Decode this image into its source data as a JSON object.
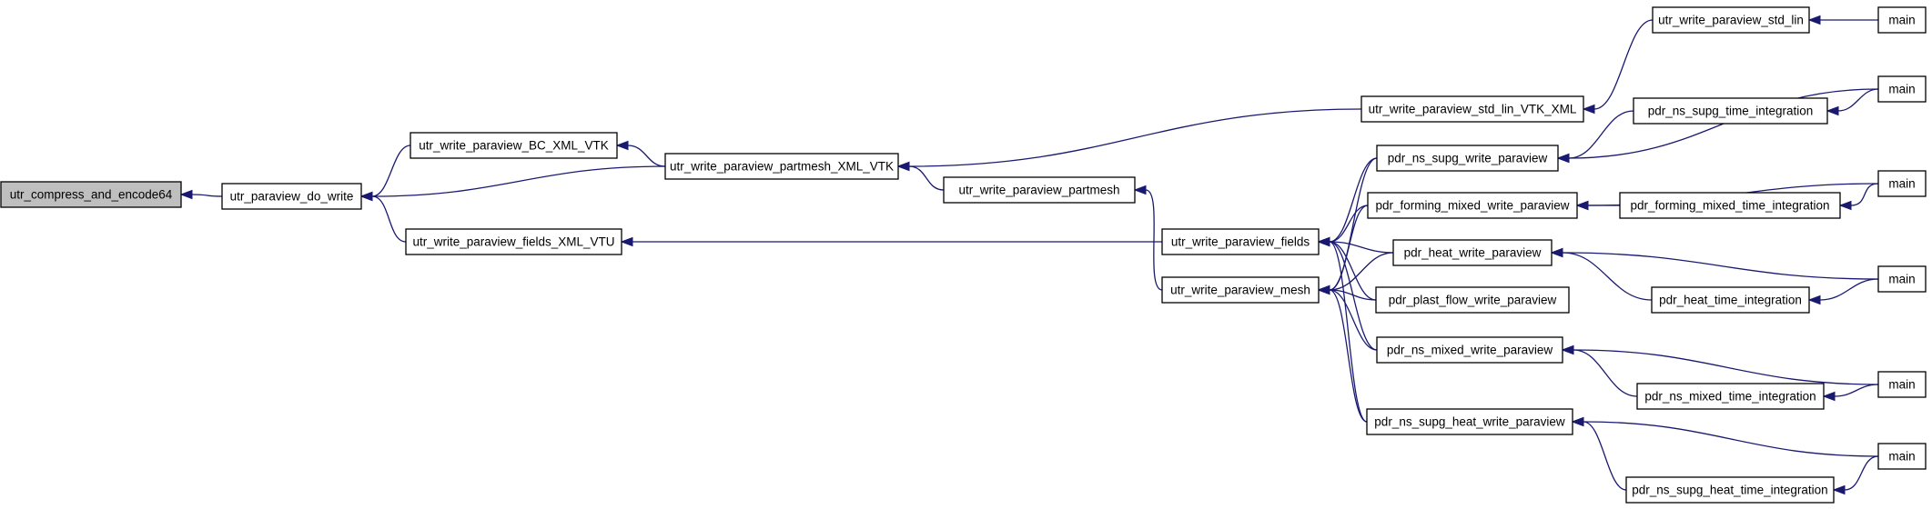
{
  "graph": {
    "edge_color": "#191970",
    "root_fill": "#bfbfbf",
    "node_fill": "#ffffff",
    "nodes": [
      {
        "id": "n0",
        "label": "utr_compress_and_encode64",
        "root": true
      },
      {
        "id": "n1",
        "label": "utr_paraview_do_write"
      },
      {
        "id": "n2",
        "label": "utr_write_paraview_BC_XML_VTK"
      },
      {
        "id": "n3",
        "label": "utr_write_paraview_fields_XML_VTU"
      },
      {
        "id": "n4",
        "label": "utr_write_paraview_partmesh_XML_VTK"
      },
      {
        "id": "n5",
        "label": "utr_write_paraview_partmesh"
      },
      {
        "id": "n6",
        "label": "utr_write_paraview_fields"
      },
      {
        "id": "n7",
        "label": "utr_write_paraview_mesh"
      },
      {
        "id": "n8",
        "label": "utr_write_paraview_std_lin_VTK_XML"
      },
      {
        "id": "n9",
        "label": "utr_write_paraview_std_lin"
      },
      {
        "id": "n10",
        "label": "main"
      },
      {
        "id": "n11",
        "label": "pdr_ns_supg_write_paraview"
      },
      {
        "id": "n12",
        "label": "pdr_ns_supg_time_integration"
      },
      {
        "id": "n13",
        "label": "main"
      },
      {
        "id": "n14",
        "label": "pdr_forming_mixed_write_paraview"
      },
      {
        "id": "n15",
        "label": "pdr_forming_mixed_time_integration"
      },
      {
        "id": "n16",
        "label": "main"
      },
      {
        "id": "n17",
        "label": "pdr_heat_write_paraview"
      },
      {
        "id": "n18",
        "label": "pdr_heat_time_integration"
      },
      {
        "id": "n19",
        "label": "main"
      },
      {
        "id": "n20",
        "label": "pdr_plast_flow_write_paraview"
      },
      {
        "id": "n21",
        "label": "pdr_ns_mixed_write_paraview"
      },
      {
        "id": "n22",
        "label": "pdr_ns_mixed_time_integration"
      },
      {
        "id": "n23",
        "label": "main"
      },
      {
        "id": "n24",
        "label": "pdr_ns_supg_heat_write_paraview"
      },
      {
        "id": "n25",
        "label": "pdr_ns_supg_heat_time_integration"
      },
      {
        "id": "n26",
        "label": "main"
      }
    ],
    "edges": [
      {
        "from": "n1",
        "to": "n0"
      },
      {
        "from": "n2",
        "to": "n1"
      },
      {
        "from": "n3",
        "to": "n1"
      },
      {
        "from": "n4",
        "to": "n1"
      },
      {
        "from": "n4",
        "to": "n2"
      },
      {
        "from": "n5",
        "to": "n4"
      },
      {
        "from": "n6",
        "to": "n3"
      },
      {
        "from": "n7",
        "to": "n5"
      },
      {
        "from": "n8",
        "to": "n4"
      },
      {
        "from": "n9",
        "to": "n8"
      },
      {
        "from": "n10",
        "to": "n9"
      },
      {
        "from": "n11",
        "to": "n6"
      },
      {
        "from": "n11",
        "to": "n7"
      },
      {
        "from": "n12",
        "to": "n11"
      },
      {
        "from": "n13",
        "to": "n11"
      },
      {
        "from": "n13",
        "to": "n12"
      },
      {
        "from": "n14",
        "to": "n6"
      },
      {
        "from": "n14",
        "to": "n7"
      },
      {
        "from": "n15",
        "to": "n14"
      },
      {
        "from": "n16",
        "to": "n14"
      },
      {
        "from": "n16",
        "to": "n15"
      },
      {
        "from": "n17",
        "to": "n6"
      },
      {
        "from": "n17",
        "to": "n7"
      },
      {
        "from": "n18",
        "to": "n17"
      },
      {
        "from": "n19",
        "to": "n17"
      },
      {
        "from": "n19",
        "to": "n18"
      },
      {
        "from": "n20",
        "to": "n6"
      },
      {
        "from": "n20",
        "to": "n7"
      },
      {
        "from": "n21",
        "to": "n6"
      },
      {
        "from": "n21",
        "to": "n7"
      },
      {
        "from": "n22",
        "to": "n21"
      },
      {
        "from": "n23",
        "to": "n21"
      },
      {
        "from": "n23",
        "to": "n22"
      },
      {
        "from": "n24",
        "to": "n6"
      },
      {
        "from": "n24",
        "to": "n7"
      },
      {
        "from": "n25",
        "to": "n24"
      },
      {
        "from": "n26",
        "to": "n24"
      },
      {
        "from": "n26",
        "to": "n25"
      }
    ]
  }
}
